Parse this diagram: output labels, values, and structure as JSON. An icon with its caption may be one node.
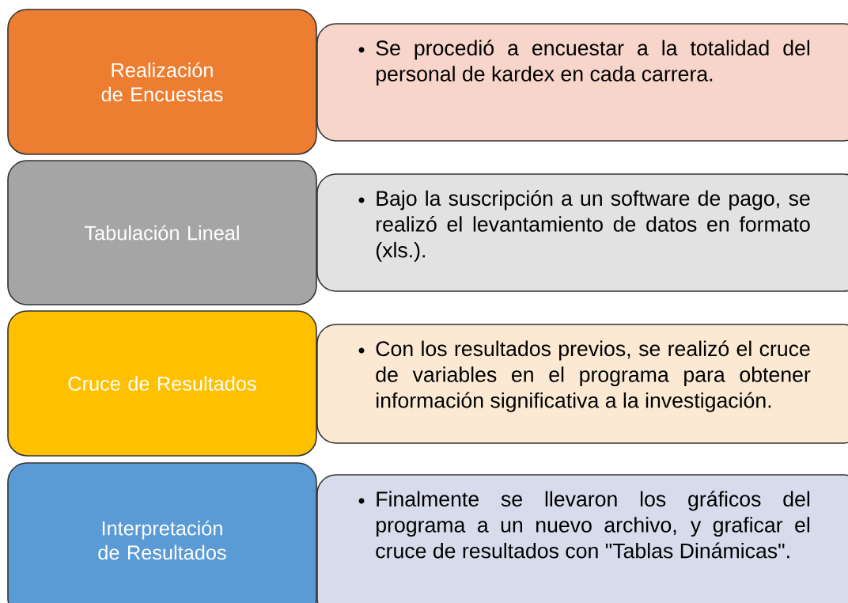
{
  "diagram": {
    "nodes": [
      {
        "text": [
          "Realización de Encuestas"
        ]
      },
      {
        "text": [
          "Se procedió a encuestar a la totalidad del personal de kardex en cada carrera."
        ]
      },
      {
        "text": [
          "Tabulación Lineal"
        ]
      },
      {
        "text": [
          "Bajo la suscripción a un software de pago, se realizó el levantamiento de datos en formato (xls.)."
        ]
      },
      {
        "text": [
          "Cruce de Resultados"
        ]
      },
      {
        "text": [
          "Con los resultados previos, se realizó el cruce de variables en el programa para obtener información significativa a la investigación."
        ]
      },
      {
        "text": [
          "Interpretación de Resultados"
        ]
      },
      {
        "text": [
          "Finalmente se llevaron los gráficos del programa a un nuevo archivo, y graficar el cruce de resultados con \"Tablas Dinámicas\"."
        ]
      }
    ]
  }
}
